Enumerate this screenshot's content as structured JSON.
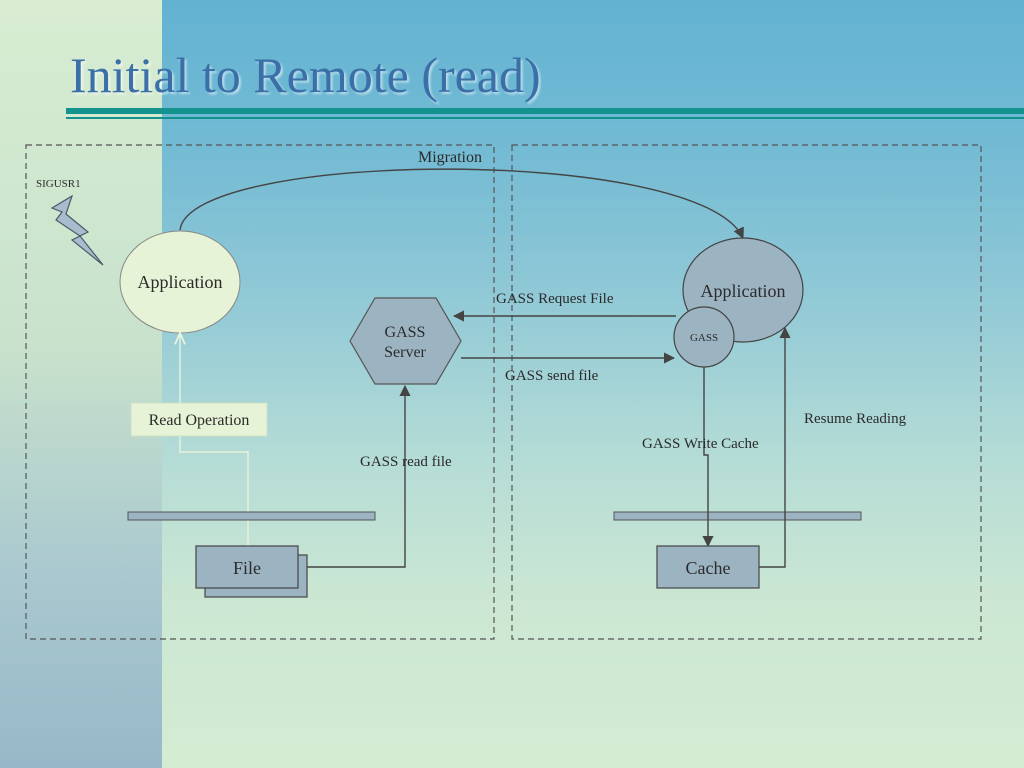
{
  "slide": {
    "title": "Initial to Remote  (read)"
  },
  "diagram": {
    "signal": "SIGUSR1",
    "migration_label": "Migration",
    "local": {
      "application_label": "Application",
      "read_operation_label": "Read  Operation",
      "file_label": "File",
      "gass_server_line1": "GASS",
      "gass_server_line2": "Server",
      "gass_read_file_label": "GASS read file"
    },
    "remote": {
      "application_label": "Application",
      "gass_label": "GASS",
      "cache_label": "Cache",
      "gass_request_file_label": "GASS Request File",
      "gass_send_file_label": "GASS send file",
      "gass_write_cache_label": "GASS Write Cache",
      "resume_reading_label": "Resume Reading"
    }
  },
  "colors": {
    "title": "#3a6fa8",
    "rule": "#14928e",
    "node_fill": "#9cb3c2",
    "application_local_fill": "#e6f3d6",
    "line": "#444444"
  }
}
